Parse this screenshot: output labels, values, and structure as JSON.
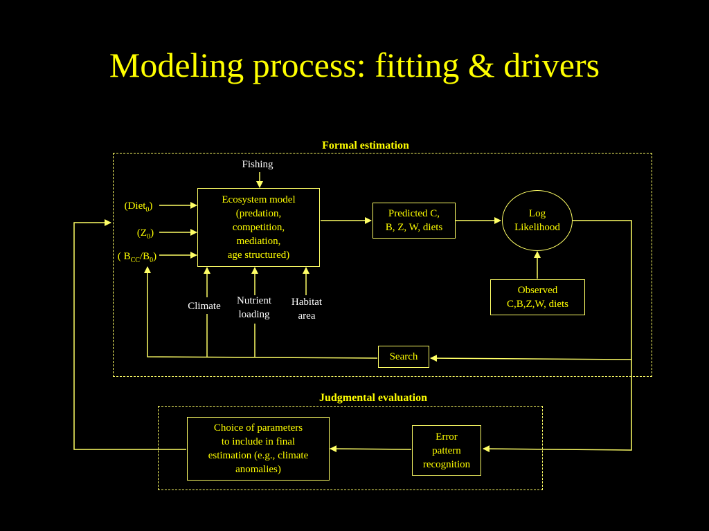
{
  "title": "Modeling process: fitting & drivers",
  "sections": {
    "formal": "Formal estimation",
    "judgmental": "Judgmental evaluation"
  },
  "boxes": {
    "ecosystem": [
      "Ecosystem model",
      "(predation,",
      "competition,",
      "mediation,",
      "age structured)"
    ],
    "predicted": [
      "Predicted C,",
      "B, Z, W, diets"
    ],
    "loglik": [
      "Log",
      "Likelihood"
    ],
    "observed": [
      "Observed",
      "C,B,Z,W, diets"
    ],
    "search": "Search",
    "choice": [
      "Choice of parameters",
      "to include in final",
      "estimation (e.g., climate",
      "anomalies)"
    ],
    "error": [
      "Error",
      "pattern",
      "recognition"
    ]
  },
  "labels": {
    "fishing": "Fishing",
    "climate": "Climate",
    "nutrient": [
      "Nutrient",
      "loading"
    ],
    "habitat": [
      "Habitat",
      "area"
    ]
  },
  "inputs": {
    "diet": {
      "open": "(Diet",
      "sub": "0",
      "close": ")"
    },
    "z": {
      "open": "(Z",
      "sub": "0",
      "close": ")"
    },
    "bcc": {
      "open": "( B",
      "sub": "CC",
      "mid": "/B",
      "sub2": "0",
      "close": ")"
    }
  },
  "colors": {
    "background": "#000000",
    "accent": "#ffff00",
    "line": "#ffff66",
    "label": "#ffffff"
  }
}
